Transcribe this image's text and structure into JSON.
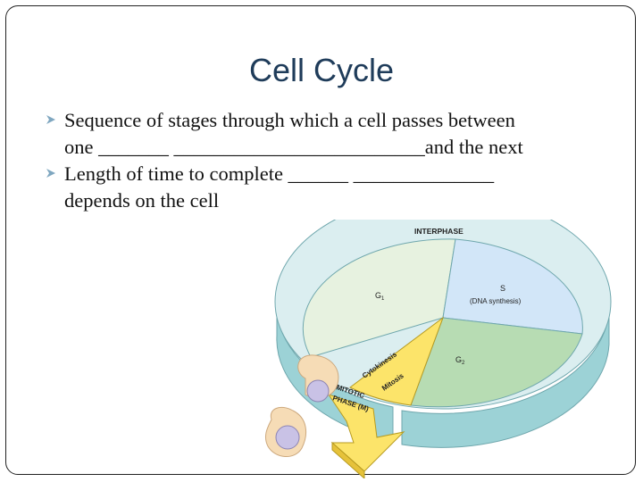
{
  "slide": {
    "title": "Cell Cycle",
    "bullets": [
      {
        "line1": "Sequence of stages through which a cell passes between",
        "line2": "one _______ _________________________and the next"
      },
      {
        "line1": "Length of time to complete ______ ______________",
        "line2": "depends on the cell"
      }
    ],
    "bullet_color": "#7fa7c0"
  },
  "diagram": {
    "interphase": "INTERPHASE",
    "g1": "G",
    "g1_sub": "1",
    "s": "S",
    "s_detail": "(DNA synthesis)",
    "g2": "G",
    "g2_sub": "2",
    "cytokinesis": "Cytokinesis",
    "mitosis": "Mitosis",
    "mitotic": "MITOTIC",
    "phase_m": "PHASE (M)",
    "colors": {
      "g1": "#e7f2e0",
      "s": "#d2e6f8",
      "g2": "#b7dcb3",
      "m": "#fce46a",
      "ring_top": "#dbeef0",
      "ring_side": "#9cd2d6",
      "cell": "#f6dcb6",
      "nucleus": "#c9c2e6"
    }
  }
}
